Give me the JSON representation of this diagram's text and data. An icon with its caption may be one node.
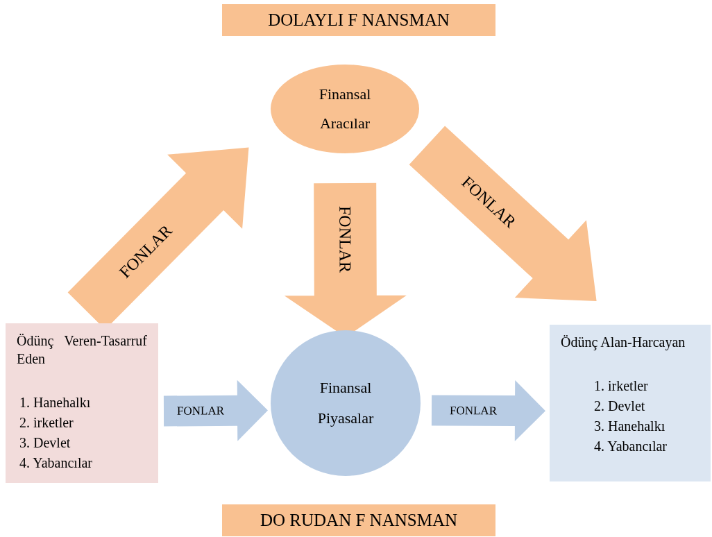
{
  "diagram": {
    "nodes": [
      {
        "text": [
          "DOLAYLI F NANSMAN"
        ]
      },
      {
        "text": [
          "Finansal Aracılar"
        ]
      },
      {
        "text": [
          "Ödünç Veren-Tasarruf Eden",
          "1. Hanehalkı",
          "2. irketler",
          "3. Devlet",
          "4. Yabancılar"
        ]
      },
      {
        "text": [
          "Finansal Piyasalar"
        ]
      },
      {
        "text": [
          "Ödünç Alan-Harcayan",
          "1. irketler",
          "2. Devlet",
          "3. Hanehalkı",
          "4. Yabancılar"
        ]
      },
      {
        "text": [
          "DO RUDAN F NANSMAN"
        ]
      }
    ],
    "edges": [
      {
        "from": 2,
        "to": 1,
        "arrow": "to",
        "label": "FONLAR",
        "style": "thick"
      },
      {
        "from": 1,
        "to": 3,
        "arrow": "to",
        "label": "FONLAR",
        "style": "thick"
      },
      {
        "from": 1,
        "to": 4,
        "arrow": "to",
        "label": "FONLAR",
        "style": "thick"
      },
      {
        "from": 2,
        "to": 3,
        "arrow": "to",
        "label": "FONLAR",
        "style": "thick",
        "color": "#b8cce4"
      },
      {
        "from": 3,
        "to": 4,
        "arrow": "to",
        "label": "FONLAR",
        "style": "thick",
        "color": "#b8cce4"
      }
    ]
  }
}
